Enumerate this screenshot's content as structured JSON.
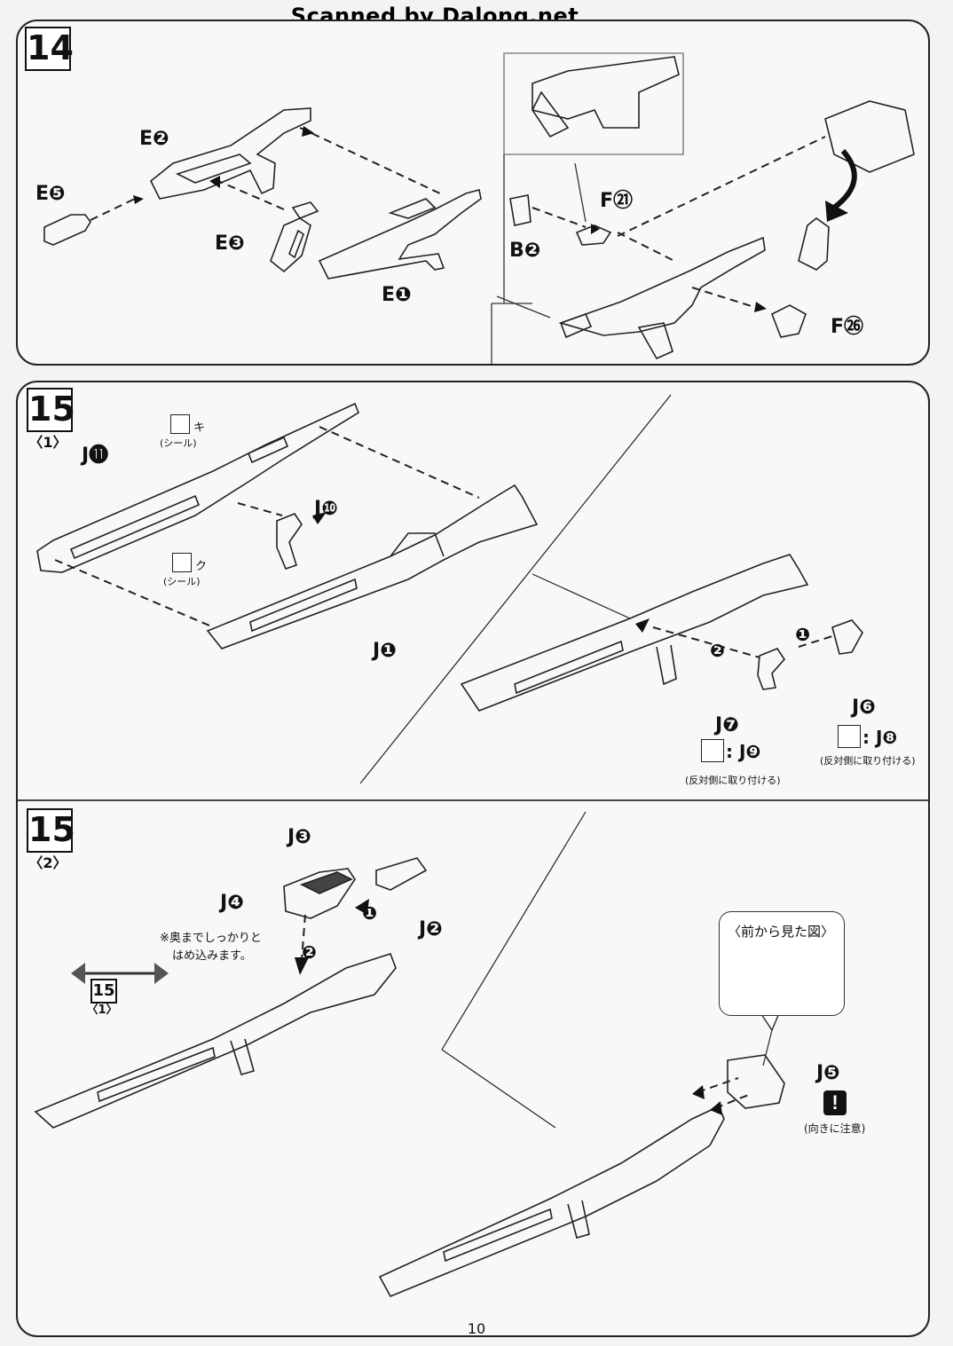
{
  "header": {
    "scanner_credit": "Scanned by Dalong.net"
  },
  "step14": {
    "number": "14",
    "labels": {
      "e2": "E❷",
      "e5": "E❺",
      "e3": "E❸",
      "e1": "E❶",
      "f21": "F㉑",
      "b2": "B❷",
      "f26": "F㉖"
    }
  },
  "step15_1": {
    "number": "15",
    "sub": "〈1〉",
    "labels": {
      "j11": "J⓫",
      "j10": "J❿",
      "j1": "J❶",
      "j6": "J❻",
      "j7": "J❼",
      "j9": ": J❾",
      "j8": ": J❽",
      "sticker_ki": "キ",
      "sticker_ku": "ク",
      "seal1": "(シール)",
      "seal2": "(シール)",
      "opposite1": "(反対側に取り付ける)",
      "opposite2": "(反対側に取り付ける)",
      "order1": "❶",
      "order2": "❷"
    }
  },
  "step15_2": {
    "number": "15",
    "sub": "〈2〉",
    "ref_number": "15",
    "ref_sub": "〈1〉",
    "labels": {
      "j3": "J❸",
      "j4": "J❹",
      "j2": "J❷",
      "j5": "J❺",
      "note_line1": "※奥までしっかりと",
      "note_line2": "はめ込みます。",
      "front_view": "〈前から見た図〉",
      "orientation": "(向きに注意)",
      "order1": "❶",
      "order2": "❷"
    }
  },
  "footer": {
    "page_number": "10"
  }
}
